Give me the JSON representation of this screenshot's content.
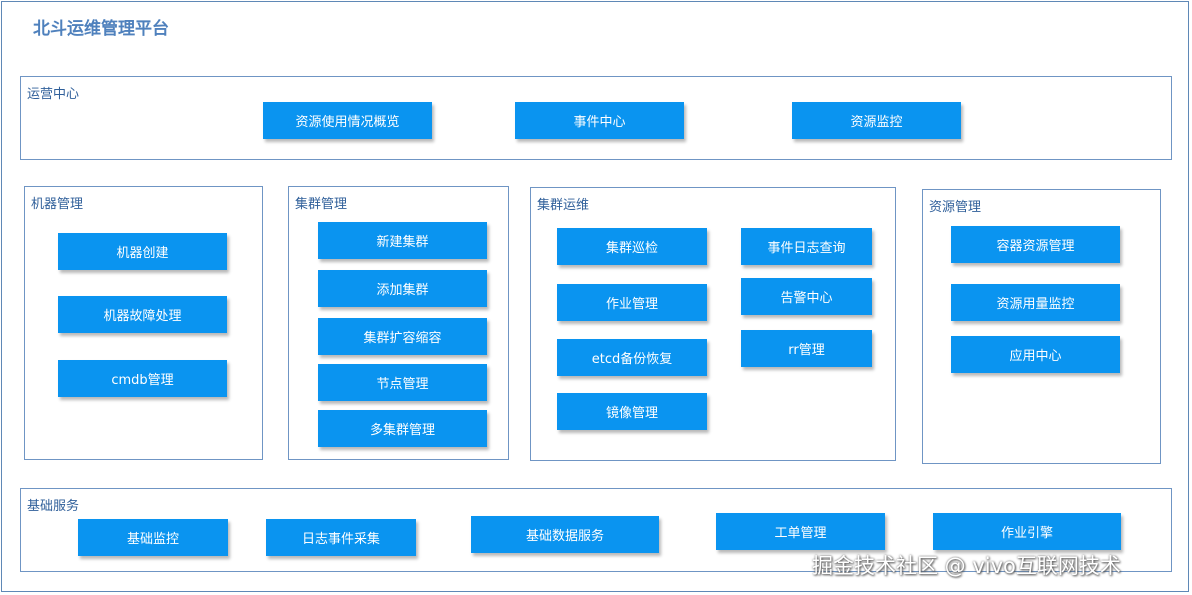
{
  "title": "北斗运维管理平台",
  "operations": {
    "label": "运营中心",
    "buttons": [
      "资源使用情况概览",
      "事件中心",
      "资源监控"
    ]
  },
  "machine": {
    "label": "机器管理",
    "buttons": [
      "机器创建",
      "机器故障处理",
      "cmdb管理"
    ]
  },
  "cluster": {
    "label": "集群管理",
    "buttons": [
      "新建集群",
      "添加集群",
      "集群扩容缩容",
      "节点管理",
      "多集群管理"
    ]
  },
  "cluster_ops": {
    "label": "集群运维",
    "left": [
      "集群巡检",
      "作业管理",
      "etcd备份恢复",
      "镜像管理"
    ],
    "right": [
      "事件日志查询",
      "告警中心",
      "rr管理"
    ]
  },
  "resource": {
    "label": "资源管理",
    "buttons": [
      "容器资源管理",
      "资源用量监控",
      "应用中心"
    ]
  },
  "basic": {
    "label": "基础服务",
    "buttons": [
      "基础监控",
      "日志事件采集",
      "基础数据服务",
      "工单管理",
      "作业引擎"
    ]
  },
  "watermark": "掘金技术社区 @ vivo互联网技术"
}
